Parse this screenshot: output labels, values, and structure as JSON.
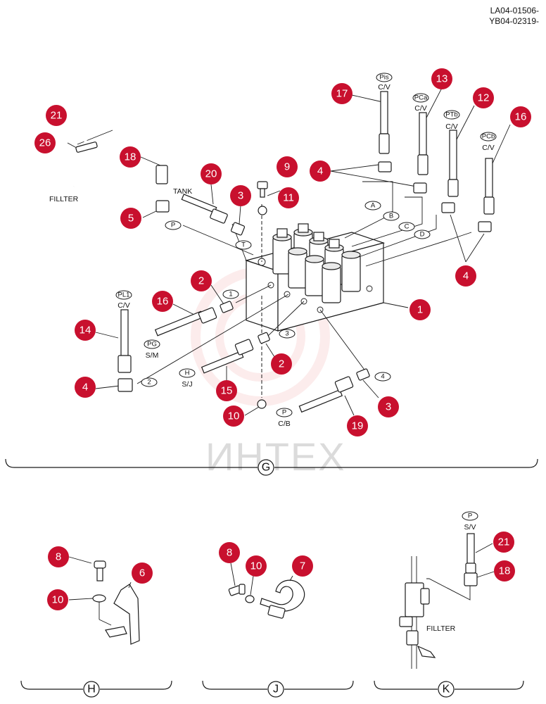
{
  "document_codes": [
    "LA04-01506-",
    "YB04-02319-"
  ],
  "watermark": "ИНТЕХ",
  "colors": {
    "callout": "#c8102e",
    "line": "#1a1a1a",
    "watermark": "#d8d8d8"
  },
  "callouts": [
    {
      "num": "21"
    },
    {
      "num": "26"
    },
    {
      "num": "18"
    },
    {
      "num": "20"
    },
    {
      "num": "3"
    },
    {
      "num": "9"
    },
    {
      "num": "11"
    },
    {
      "num": "5"
    },
    {
      "num": "4"
    },
    {
      "num": "17"
    },
    {
      "num": "13"
    },
    {
      "num": "12"
    },
    {
      "num": "16"
    },
    {
      "num": "4"
    },
    {
      "num": "2"
    },
    {
      "num": "1"
    },
    {
      "num": "16"
    },
    {
      "num": "14"
    },
    {
      "num": "4"
    },
    {
      "num": "2"
    },
    {
      "num": "15"
    },
    {
      "num": "10"
    },
    {
      "num": "3"
    },
    {
      "num": "19"
    },
    {
      "num": "8"
    },
    {
      "num": "6"
    },
    {
      "num": "10"
    },
    {
      "num": "8"
    },
    {
      "num": "10"
    },
    {
      "num": "7"
    },
    {
      "num": "21"
    },
    {
      "num": "18"
    }
  ],
  "ports": [
    {
      "text": "Pis"
    },
    {
      "text": "PCa"
    },
    {
      "text": "PTb"
    },
    {
      "text": "PCb"
    },
    {
      "text": "A"
    },
    {
      "text": "B"
    },
    {
      "text": "C"
    },
    {
      "text": "D"
    },
    {
      "text": "P"
    },
    {
      "text": "T"
    },
    {
      "text": "PL1"
    },
    {
      "text": "PG"
    },
    {
      "text": "H"
    },
    {
      "text": "P"
    },
    {
      "text": "1"
    },
    {
      "text": "2"
    },
    {
      "text": "3"
    },
    {
      "text": "4"
    },
    {
      "text": "P"
    }
  ],
  "labels": [
    {
      "text": "C/V"
    },
    {
      "text": "C/V"
    },
    {
      "text": "C/V"
    },
    {
      "text": "C/V"
    },
    {
      "text": "TANK"
    },
    {
      "text": "FILLTER"
    },
    {
      "text": "C/V"
    },
    {
      "text": "S/M"
    },
    {
      "text": "S/J"
    },
    {
      "text": "C/B"
    },
    {
      "text": "S/V"
    },
    {
      "text": "FILLTER"
    }
  ],
  "sections": [
    {
      "label": "G"
    },
    {
      "label": "H"
    },
    {
      "label": "J"
    },
    {
      "label": "K"
    }
  ]
}
